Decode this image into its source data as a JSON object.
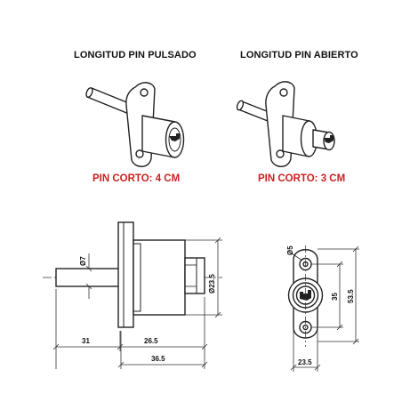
{
  "headers": {
    "left": "LONGITUD PIN PULSADO",
    "right": "LONGITUD PIN ABIERTO"
  },
  "pin_labels": {
    "left": "PIN CORTO: 4 CM",
    "right": "PIN CORTO: 3 CM",
    "color": "#cc1f1f"
  },
  "dimensions": {
    "side": {
      "pin_diameter": "Ø7",
      "pin_length": "31",
      "body_length": "26.5",
      "total_length": "36.5",
      "cylinder_diameter": "Ø23.5"
    },
    "front": {
      "hole_diameter": "Ø5",
      "hole_spacing": "35",
      "plate_height": "53.5",
      "plate_width": "23.5"
    }
  },
  "colors": {
    "line": "#222222",
    "dim": "#333333"
  }
}
